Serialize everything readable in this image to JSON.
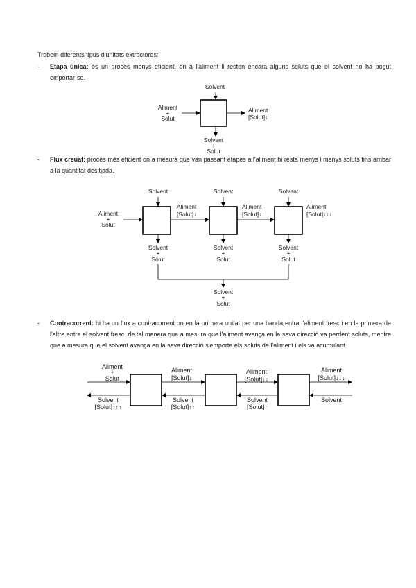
{
  "intro": "Trobem diferents tipus d'unitats extractores:",
  "bullets": [
    {
      "dash": "-",
      "term": "Etapa única:",
      "text": " és un procés menys eficient, on a l'aliment li resten encara alguns soluts que el solvent no ha pogut emportar-se."
    },
    {
      "dash": "-",
      "term": "Flux creuat:",
      "text": " procés més eficient on a mesura que van passant etapes a l'aliment hi resta menys i menys soluts fins arribar a la quantitat desitjada."
    },
    {
      "dash": "-",
      "term": "Contracorrent:",
      "text": " hi ha un flux a contracorrent on en la primera unitat per una banda entra l'aliment fresc i en la primera de l'altre entra el solvent fresc, de tal manera que a mesura que l'aliment avança en la seva direcció va perdent soluts, mentre que a mesura que el solvent avança en la seva direcció s'emporta els soluts de l'aliment i els va acumulant."
    }
  ],
  "diagram1": {
    "top": "Solvent",
    "in_1": "Aliment",
    "in_2": "+",
    "in_3": "Solut",
    "out_1": "Aliment",
    "out_2": "[Solut]↓",
    "bottom_1": "Solvent",
    "bottom_2": "+",
    "bottom_3": "Solut"
  },
  "diagram2": {
    "in_1": "Aliment",
    "in_2": "+",
    "in_3": "Solut",
    "solvent_1": "Solvent",
    "solvent_2": "Solvent",
    "solvent_3": "Solvent",
    "mid1_1": "Aliment",
    "mid1_2": "[Solut]↓",
    "mid2_1": "Aliment",
    "mid2_2": "[Solut]↓↓",
    "out_1": "Aliment",
    "out_2": "[Solut]↓↓↓",
    "b1_1": "Solvent",
    "b1_2": "+",
    "b1_3": "Solut",
    "b2_1": "Solvent",
    "b2_2": "+",
    "b2_3": "Solut",
    "b3_1": "Solvent",
    "b3_2": "+",
    "b3_3": "Solut",
    "total_1": "Solvent",
    "total_2": "+",
    "total_3": "Solut"
  },
  "diagram3": {
    "in_1": "Aliment",
    "in_2": "+",
    "in_3": "Solut",
    "a1_1": "Aliment",
    "a1_2": "[Solut]↓",
    "a2_1": "Aliment",
    "a2_2": "[Solut]↓↓",
    "a3_1": "Aliment",
    "a3_2": "[Solut]↓↓↓",
    "s_out_1": "Solvent",
    "s_out_2": "[Solut]↑↑↑",
    "s2_1": "Solvent",
    "s2_2": "[Solut]↑↑",
    "s3_1": "Solvent",
    "s3_2": "[Solut]↑",
    "s_in": "Solvent"
  }
}
